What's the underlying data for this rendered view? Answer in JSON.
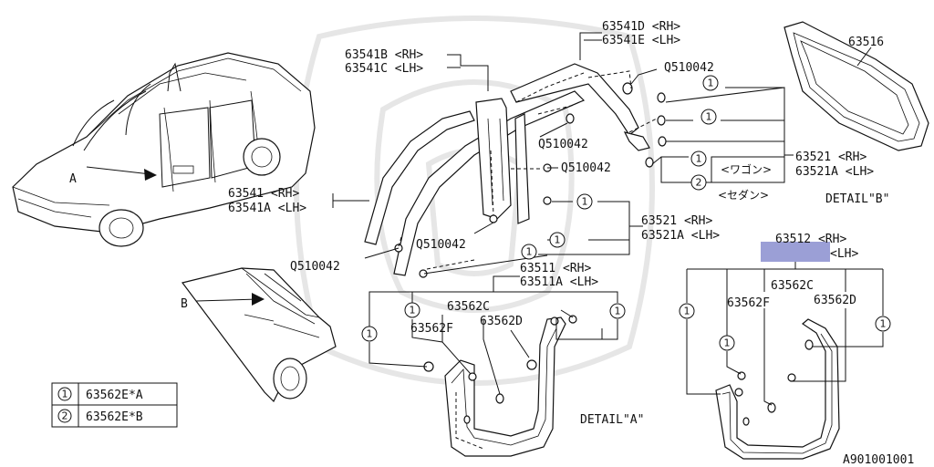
{
  "parts": {
    "p63541D": "63541D <RH>",
    "p63541E": "63541E <LH>",
    "p63541B": "63541B <RH>",
    "p63541C": "63541C <LH>",
    "p63541": "63541  <RH>",
    "p63541A": "63541A <LH>",
    "q1": "Q510042",
    "q2": "Q510042",
    "q3": "Q510042",
    "q4": "Q510042",
    "p63516": "63516",
    "p63521_b": "63521  <RH>",
    "p63521A_b": "63521A <LH>",
    "wagon": "<ワゴン>",
    "sedan": "<セダン>",
    "detail_b": "DETAIL\"B\"",
    "p63521_a": "63521  <RH>",
    "p63521A_a": "63521A <LH>",
    "p63511": "63511  <RH>",
    "p63511A": "63511A <LH>",
    "p63562C_a": "63562C",
    "p63562F_a": "63562F",
    "p63562D_a": "63562D",
    "detail_a": "DETAIL\"A\"",
    "p63512": "63512  <RH>",
    "p63512_lh": "<LH>",
    "p63562C_r": "63562C",
    "p63562F_r": "63562F",
    "p63562D_r": "63562D",
    "arrow_a": "A",
    "arrow_b": "B",
    "doc_id": "A901001001"
  },
  "callouts": [
    "1",
    "2"
  ],
  "legend": [
    {
      "num": "1",
      "part": "63562E*A"
    },
    {
      "num": "2",
      "part": "63562E*B"
    }
  ],
  "colors": {
    "highlight": "#9b9fd6",
    "line": "#111111"
  }
}
